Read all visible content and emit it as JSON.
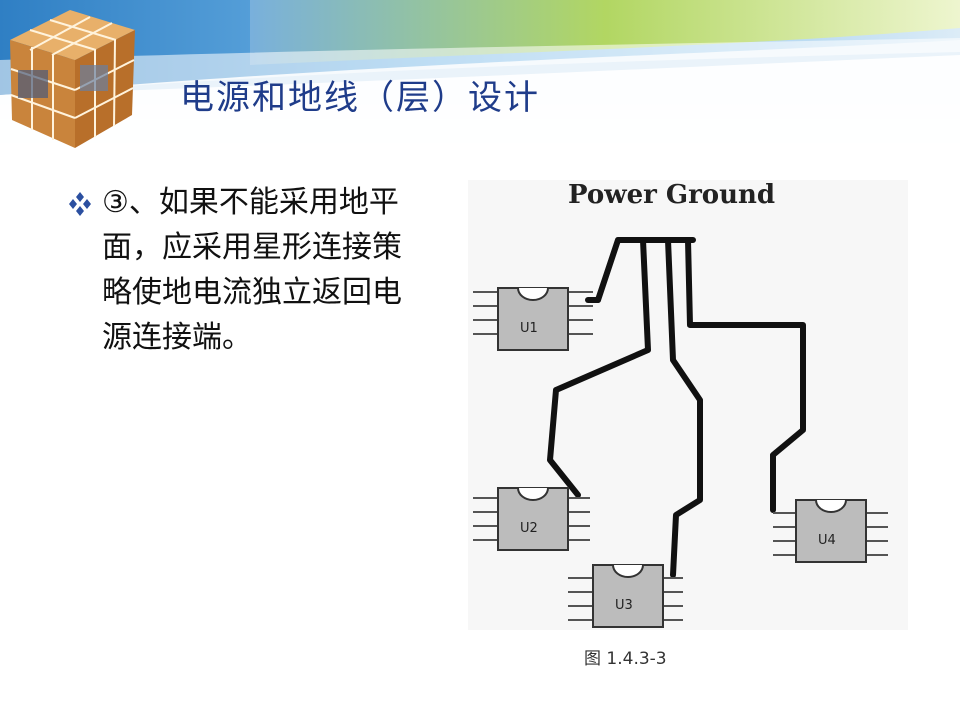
{
  "slide": {
    "title": "电源和地线（层）设计",
    "bullet_text": "③、如果不能采用地平面，应采用星形连接策略使地电流独立返回电源连接端。"
  },
  "figure": {
    "title": "Power Ground",
    "chips": [
      "U1",
      "U2",
      "U3",
      "U4"
    ],
    "caption": "图 1.4.3-3"
  },
  "colors": {
    "title": "#1f3c8a",
    "header_blue": "#5aa0d8",
    "header_green": "#b7d94a",
    "bullet": "#2b4fa0",
    "chip_fill": "#bcbcbc",
    "trace": "#111111"
  },
  "icons": {
    "bullet": "diamond-bullet-icon",
    "decoration": "photo-cube-icon"
  }
}
